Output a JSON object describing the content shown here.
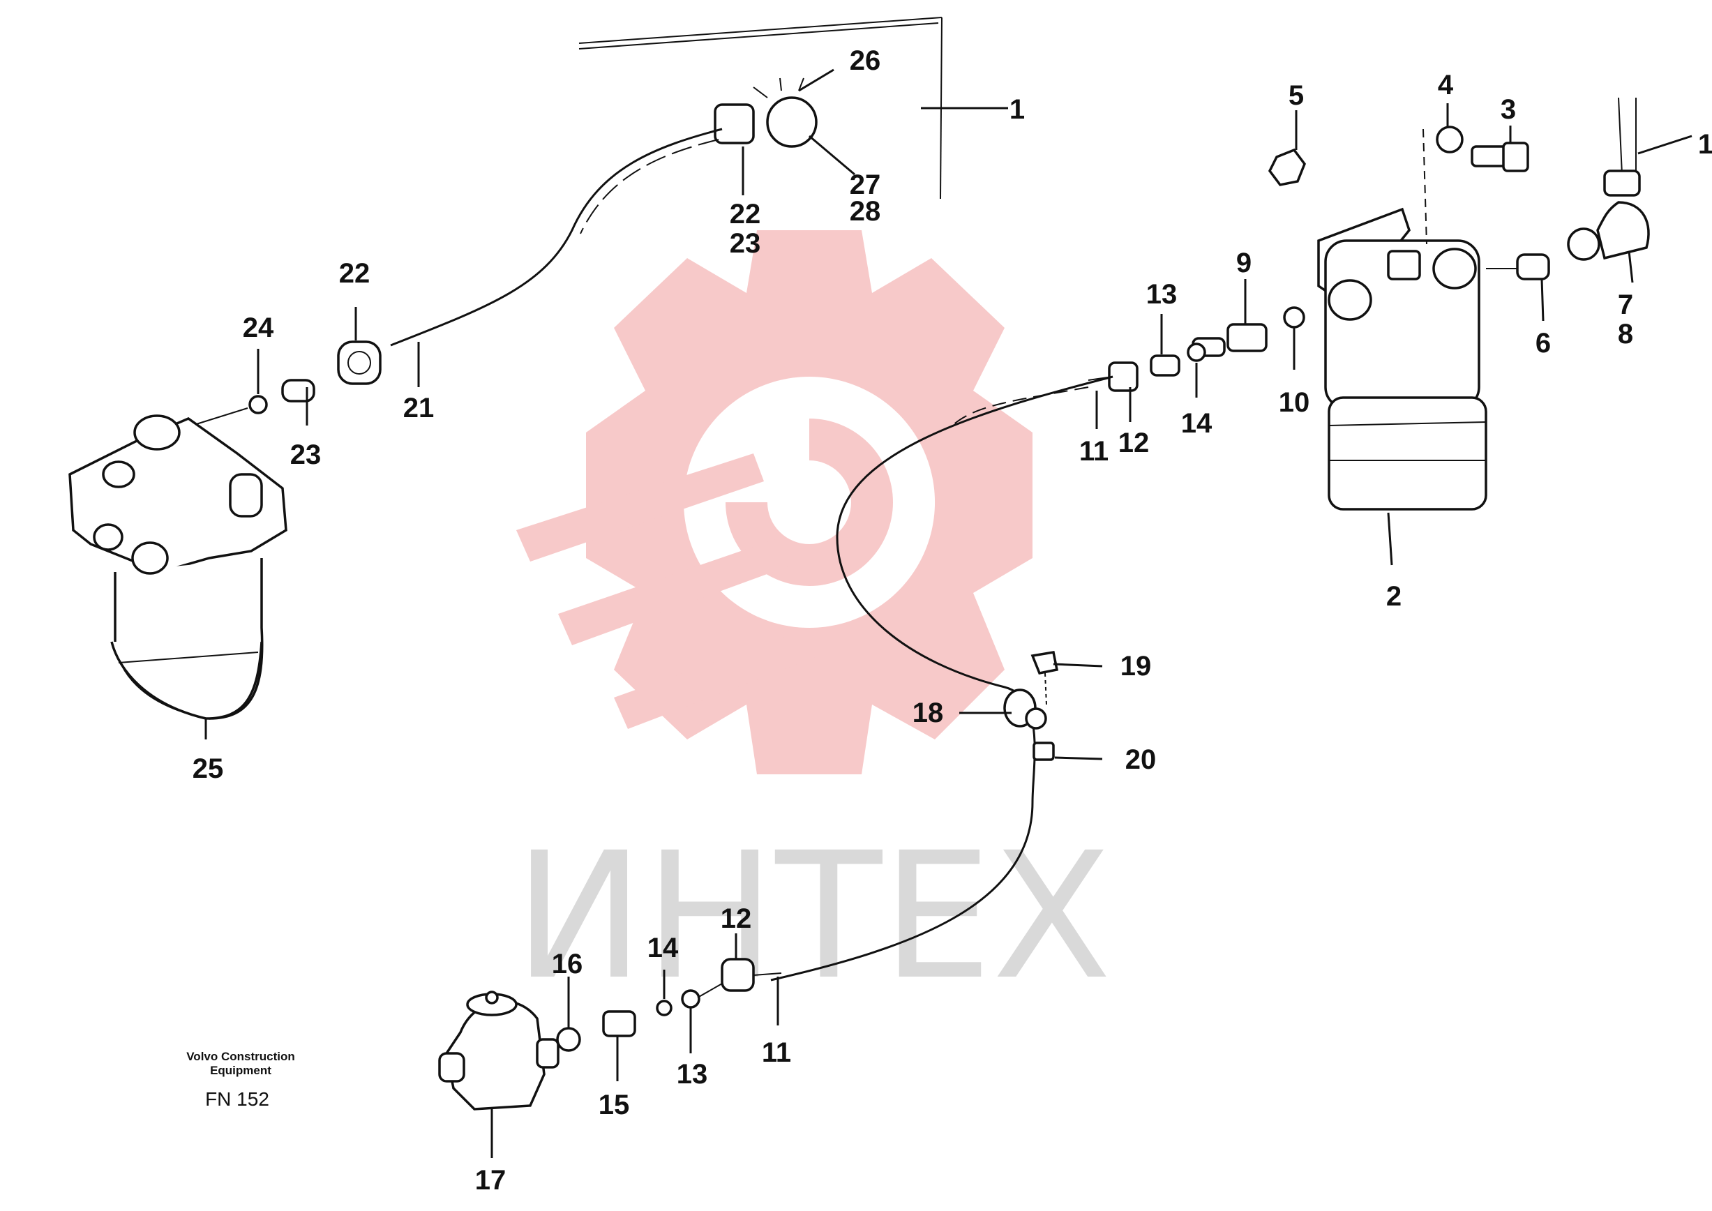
{
  "colors": {
    "ink": "#111111",
    "watermark_red": "#f7c9c9",
    "watermark_gray": "#d9d9d9",
    "background": "#ffffff"
  },
  "watermark": {
    "text": "ИНТЕХ"
  },
  "caption": {
    "company_line1": "Volvo Construction",
    "company_line2": "Equipment",
    "code": "FN 152"
  },
  "callouts": [
    {
      "id": "c26",
      "label": "26"
    },
    {
      "id": "c1a",
      "label": "1"
    },
    {
      "id": "c22t",
      "label": "22"
    },
    {
      "id": "c23t",
      "label": "23"
    },
    {
      "id": "c27",
      "label": "27"
    },
    {
      "id": "c28",
      "label": "28"
    },
    {
      "id": "c22",
      "label": "22"
    },
    {
      "id": "c24",
      "label": "24"
    },
    {
      "id": "c23",
      "label": "23"
    },
    {
      "id": "c21",
      "label": "21"
    },
    {
      "id": "c25",
      "label": "25"
    },
    {
      "id": "c5",
      "label": "5"
    },
    {
      "id": "c4",
      "label": "4"
    },
    {
      "id": "c3",
      "label": "3"
    },
    {
      "id": "c1b",
      "label": "1"
    },
    {
      "id": "c7",
      "label": "7"
    },
    {
      "id": "c8",
      "label": "8"
    },
    {
      "id": "c6",
      "label": "6"
    },
    {
      "id": "c9",
      "label": "9"
    },
    {
      "id": "c10",
      "label": "10"
    },
    {
      "id": "c13a",
      "label": "13"
    },
    {
      "id": "c14a",
      "label": "14"
    },
    {
      "id": "c11a",
      "label": "11"
    },
    {
      "id": "c12a",
      "label": "12"
    },
    {
      "id": "c2",
      "label": "2"
    },
    {
      "id": "c19",
      "label": "19"
    },
    {
      "id": "c18",
      "label": "18"
    },
    {
      "id": "c20",
      "label": "20"
    },
    {
      "id": "c16",
      "label": "16"
    },
    {
      "id": "c14b",
      "label": "14"
    },
    {
      "id": "c12b",
      "label": "12"
    },
    {
      "id": "c15",
      "label": "15"
    },
    {
      "id": "c13b",
      "label": "13"
    },
    {
      "id": "c11b",
      "label": "11"
    },
    {
      "id": "c17",
      "label": "17"
    }
  ]
}
